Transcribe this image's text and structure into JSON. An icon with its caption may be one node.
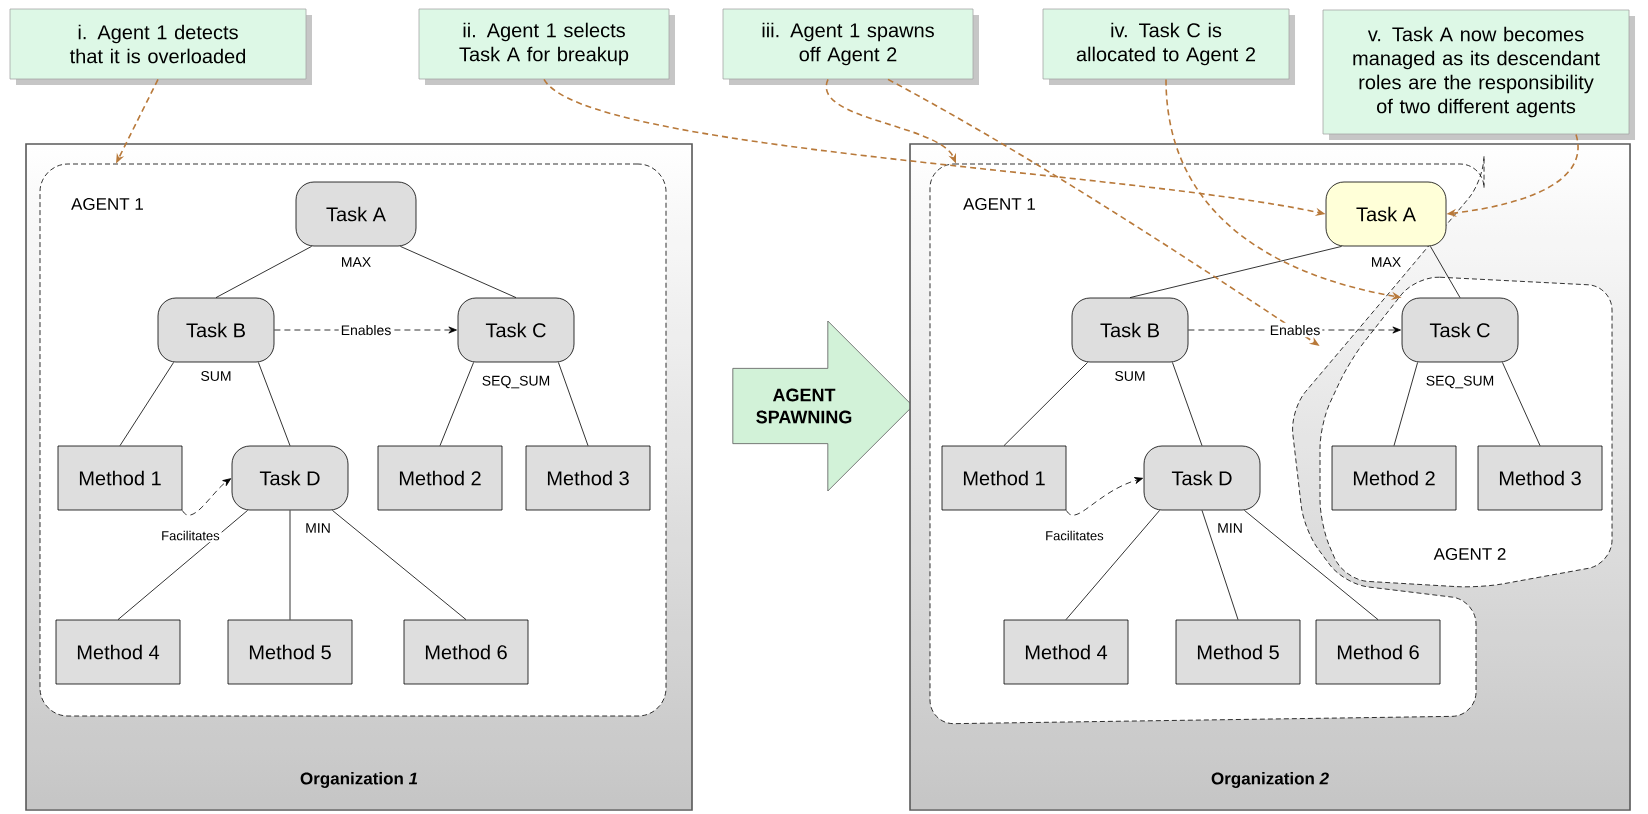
{
  "diagram": {
    "nodes": [
      {
        "text": [
          "i. Agent 1 detects that it is overloaded"
        ]
      },
      {
        "text": [
          "ii. Agent 1 selects Task A for breakup"
        ]
      },
      {
        "text": [
          "iii. Agent 1 spawns off Agent 2"
        ]
      },
      {
        "text": [
          "iv. Task C is allocated to Agent 2"
        ]
      },
      {
        "text": [
          "v. Task A now becomes managed as its descendant roles are the responsibility of two different agents"
        ]
      },
      {
        "text": [
          "Organization *1*"
        ]
      },
      {
        "text": [
          "AGENT 1"
        ],
        "in": 5
      },
      {
        "text": [
          "Task A"
        ],
        "in": 6,
        "beside": [
          "MAX"
        ]
      },
      {
        "text": [
          "Task B"
        ],
        "in": 6,
        "beside": [
          "SUM"
        ]
      },
      {
        "text": [
          "Task C"
        ],
        "in": 6,
        "beside": [
          "SEQ_SUM"
        ]
      },
      {
        "text": [
          "Method 1"
        ],
        "in": 6
      },
      {
        "text": [
          "Task D"
        ],
        "in": 6,
        "beside": [
          "MIN"
        ]
      },
      {
        "text": [
          "Method 2"
        ],
        "in": 6
      },
      {
        "text": [
          "Method 3"
        ],
        "in": 6
      },
      {
        "text": [
          "Method 4"
        ],
        "in": 6
      },
      {
        "text": [
          "Method 5"
        ],
        "in": 6
      },
      {
        "text": [
          "Method 6"
        ],
        "in": 6
      },
      {
        "text": [
          "AGENT SPAWNING"
        ]
      },
      {
        "text": [
          "Organization *2*"
        ]
      },
      {
        "text": [
          "AGENT 1"
        ],
        "in": 18
      },
      {
        "text": [
          "AGENT 2"
        ],
        "in": 18
      },
      {
        "text": [
          "Task A"
        ],
        "in": 19,
        "beside": [
          "MAX"
        ]
      },
      {
        "text": [
          "Task B"
        ],
        "in": 19,
        "beside": [
          "SUM"
        ]
      },
      {
        "text": [
          "Task C"
        ],
        "in": 20,
        "beside": [
          "SEQ_SUM"
        ]
      },
      {
        "text": [
          "Method 1"
        ],
        "in": 19
      },
      {
        "text": [
          "Task D"
        ],
        "in": 19,
        "beside": [
          "MIN"
        ]
      },
      {
        "text": [
          "Method 2"
        ],
        "in": 20
      },
      {
        "text": [
          "Method 3"
        ],
        "in": 20
      },
      {
        "text": [
          "Method 4"
        ],
        "in": 19
      },
      {
        "text": [
          "Method 5"
        ],
        "in": 19
      },
      {
        "text": [
          "Method 6"
        ],
        "in": 19
      }
    ],
    "edges": [
      {
        "from": 7,
        "to": 8,
        "arrow": "none"
      },
      {
        "from": 7,
        "to": 9,
        "arrow": "none"
      },
      {
        "from": 8,
        "to": 10,
        "arrow": "none"
      },
      {
        "from": 8,
        "to": 11,
        "arrow": "none"
      },
      {
        "from": 9,
        "to": 12,
        "arrow": "none"
      },
      {
        "from": 9,
        "to": 13,
        "arrow": "none"
      },
      {
        "from": 11,
        "to": 14,
        "arrow": "none"
      },
      {
        "from": 11,
        "to": 15,
        "arrow": "none"
      },
      {
        "from": 11,
        "to": 16,
        "arrow": "none"
      },
      {
        "from": 8,
        "to": 9,
        "arrow": "to",
        "label": "Enables",
        "style": "dashed"
      },
      {
        "from": 10,
        "to": 11,
        "arrow": "to",
        "label": "Facilitates",
        "style": "dashed"
      },
      {
        "from": 21,
        "to": 22,
        "arrow": "none"
      },
      {
        "from": 21,
        "to": 23,
        "arrow": "none"
      },
      {
        "from": 22,
        "to": 24,
        "arrow": "none"
      },
      {
        "from": 22,
        "to": 25,
        "arrow": "none"
      },
      {
        "from": 23,
        "to": 26,
        "arrow": "none"
      },
      {
        "from": 23,
        "to": 27,
        "arrow": "none"
      },
      {
        "from": 25,
        "to": 28,
        "arrow": "none"
      },
      {
        "from": 25,
        "to": 29,
        "arrow": "none"
      },
      {
        "from": 25,
        "to": 30,
        "arrow": "none"
      },
      {
        "from": 22,
        "to": 23,
        "arrow": "to",
        "label": "Enables",
        "style": "dashed"
      },
      {
        "from": 24,
        "to": 25,
        "arrow": "to",
        "label": "Facilitates",
        "style": "dashed"
      },
      {
        "from": 0,
        "to": 6,
        "arrow": "to",
        "style": "dashed",
        "color": "#b8793a"
      },
      {
        "from": 1,
        "to": 21,
        "arrow": "to",
        "style": "dashed",
        "color": "#b8793a"
      },
      {
        "from": 2,
        "to": 19,
        "arrow": "to",
        "style": "dashed",
        "color": "#b8793a"
      },
      {
        "from": 2,
        "to": 20,
        "arrow": "to",
        "style": "dashed",
        "color": "#b8793a"
      },
      {
        "from": 3,
        "to": 23,
        "arrow": "to",
        "style": "dashed",
        "color": "#b8793a"
      },
      {
        "from": 4,
        "to": 21,
        "arrow": "to",
        "style": "dashed",
        "color": "#b8793a"
      }
    ]
  }
}
